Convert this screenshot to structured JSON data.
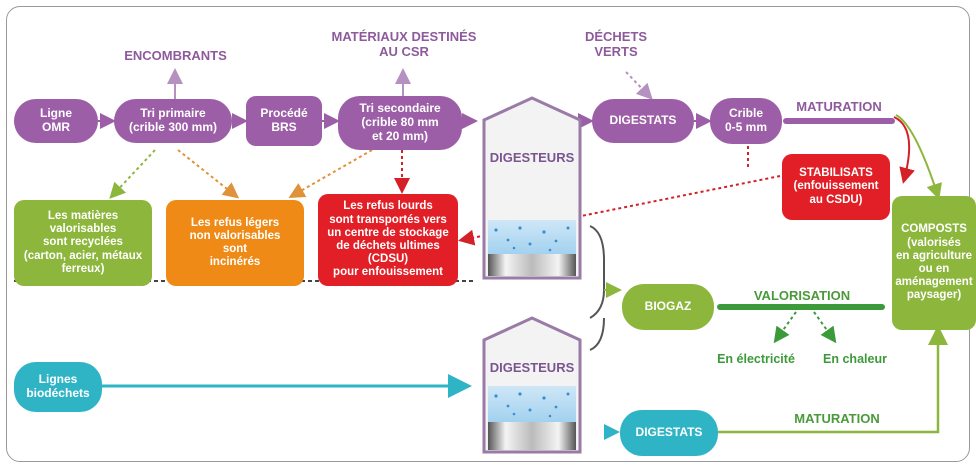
{
  "labels": {
    "encombrants": "ENCOMBRANTS",
    "csr": "MATÉRIAUX DESTINÉS\nAU CSR",
    "dechets_verts": "DÉCHETS\nVERTS",
    "maturation_top": "MATURATION",
    "valorisation": "VALORISATION",
    "electricite": "En électricité",
    "chaleur": "En chaleur",
    "maturation_bottom": "MATURATION"
  },
  "boxes": {
    "ligne_omr": "Ligne\nOMR",
    "tri_primaire": "Tri primaire\n(crible 300 mm)",
    "procede_brs": "Procédé\nBRS",
    "tri_secondaire": "Tri secondaire\n(crible 80 mm\net 20 mm)",
    "digestats_top": "DIGESTATS",
    "crible": "Crible\n0-5 mm",
    "stabilisats": "STABILISATS\n(enfouissement\nau CSDU)",
    "matieres": "Les matières\nvalorisables\nsont recyclées\n(carton, acier, métaux\nferreux)",
    "refus_legers": "Les refus légers\nnon valorisables\nsont\nincinérés",
    "refus_lourds": "Les refus lourds\nsont transportés vers\nun centre de stockage\nde déchets ultimes\n(CDSU)\npour enfouissement",
    "composts": "COMPOSTS\n(valorisés\nen agriculture\nou en\naménagement\npaysager)",
    "biogaz": "BIOGAZ",
    "lignes_biodechets": "Lignes\nbiodéchets",
    "digestats_bottom": "DIGESTATS"
  },
  "digesteurs": {
    "top": "DIGESTEURS",
    "bottom": "DIGESTEURS"
  },
  "colors": {
    "purple": "#9c5ea6",
    "green": "#8cb63c",
    "orange": "#ef8a16",
    "red": "#e21f26",
    "teal": "#2fb4c6"
  }
}
